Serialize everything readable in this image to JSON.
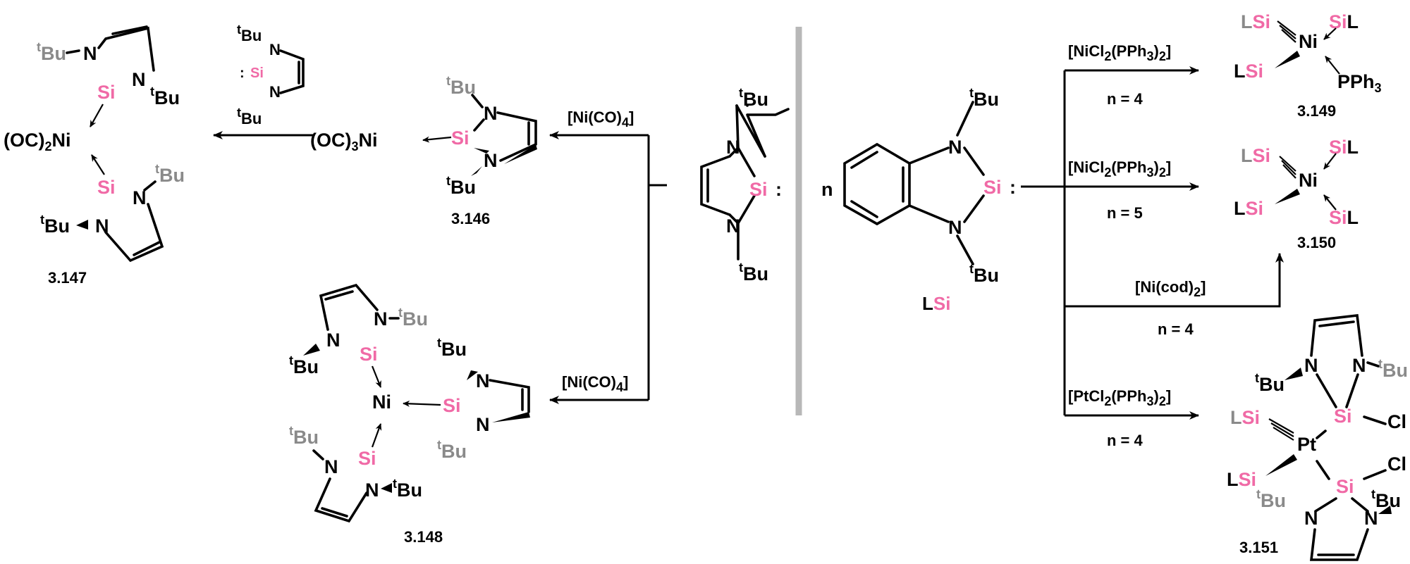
{
  "colors": {
    "silicon": "#f06aa6",
    "substituent_grey": "#8a8a8a",
    "divider": "#b8b8b8"
  },
  "atoms": {
    "N": "N",
    "Si": "Si",
    "Ni": "Ni",
    "Pt": "Pt",
    "Cl": "Cl",
    "t": "t",
    "Bu": "Bu",
    "L": "L",
    "P": "PPh",
    "ph_sub": "3",
    "colon": ":",
    "n": "n",
    "n_prefix": "n"
  },
  "fragments": {
    "oc2ni_a": "(OC)",
    "oc2ni_sub": "2",
    "oc2ni_b": "Ni",
    "oc3ni_a": "(OC)",
    "oc3ni_sub": "3",
    "oc3ni_b": "Ni"
  },
  "conditions": {
    "nico4_a": "[Ni(CO)",
    "nico4_sub": "4",
    "nico4_b": "]",
    "nicl2_a": "[NiCl",
    "nicl2_sub1": "2",
    "nicl2_b": "(PPh",
    "nicl2_sub2": "3",
    "nicl2_c": ")",
    "nicl2_sub3": "2",
    "nicl2_d": "]",
    "nicod_a": "[Ni(cod)",
    "nicod_sub": "2",
    "nicod_b": "]",
    "ptcl2_a": "[PtCl",
    "ptcl2_sub1": "2",
    "ptcl2_b": "(PPh",
    "ptcl2_sub2": "3",
    "ptcl2_c": ")",
    "ptcl2_sub3": "2",
    "ptcl2_d": "]",
    "n4": "n = 4",
    "n5": "n = 5"
  },
  "compounds": {
    "c146": "3.146",
    "c147": "3.147",
    "c148": "3.148",
    "c149": "3.149",
    "c150": "3.150",
    "c151": "3.151",
    "lsi_L": "L",
    "lsi_Si": "Si"
  }
}
